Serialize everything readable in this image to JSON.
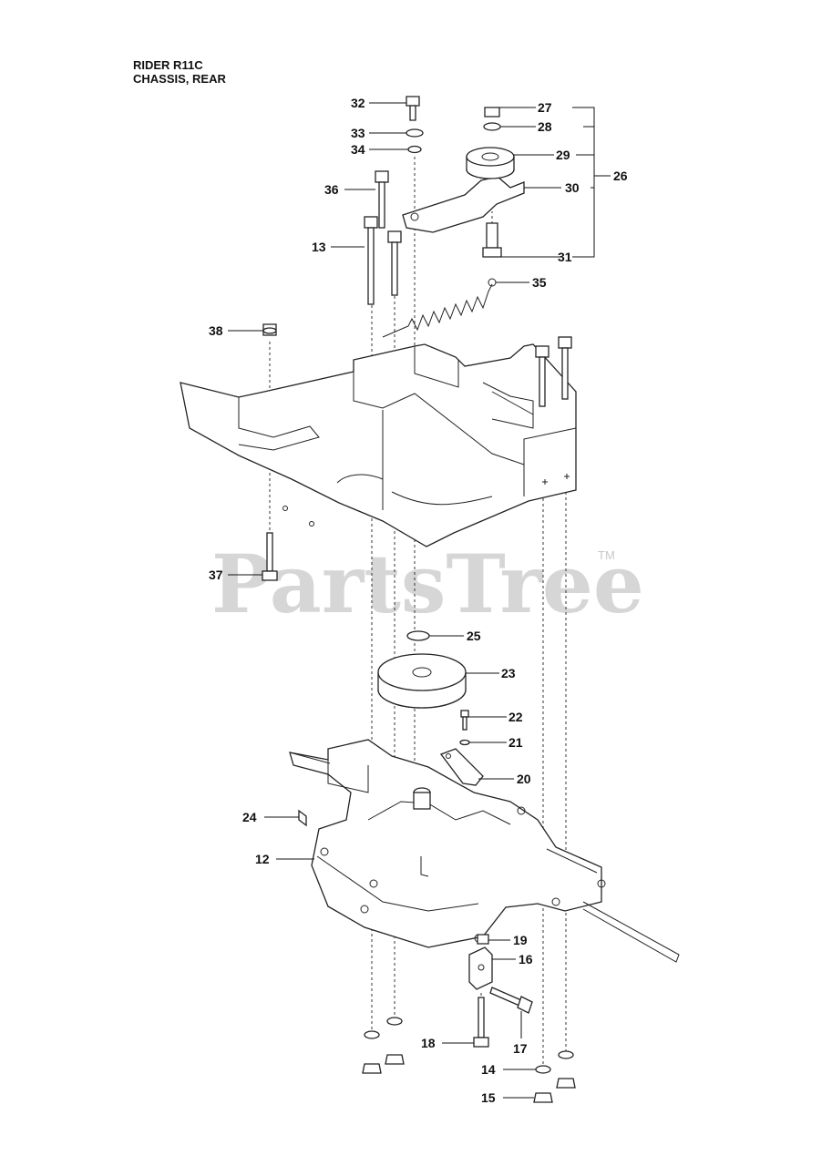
{
  "header": {
    "line1": "RIDER R11C",
    "line2": "CHASSIS, REAR"
  },
  "watermark": {
    "text": "PartsTree",
    "trademark": "TM"
  },
  "callouts": [
    {
      "id": "c32",
      "label": "32"
    },
    {
      "id": "c33",
      "label": "33"
    },
    {
      "id": "c34",
      "label": "34"
    },
    {
      "id": "c36",
      "label": "36"
    },
    {
      "id": "c13",
      "label": "13"
    },
    {
      "id": "c38",
      "label": "38"
    },
    {
      "id": "c37",
      "label": "37"
    },
    {
      "id": "c27",
      "label": "27"
    },
    {
      "id": "c28",
      "label": "28"
    },
    {
      "id": "c29",
      "label": "29"
    },
    {
      "id": "c30",
      "label": "30"
    },
    {
      "id": "c31",
      "label": "31"
    },
    {
      "id": "c35",
      "label": "35"
    },
    {
      "id": "c26",
      "label": "26"
    },
    {
      "id": "c25",
      "label": "25"
    },
    {
      "id": "c23",
      "label": "23"
    },
    {
      "id": "c22",
      "label": "22"
    },
    {
      "id": "c21",
      "label": "21"
    },
    {
      "id": "c20",
      "label": "20"
    },
    {
      "id": "c24",
      "label": "24"
    },
    {
      "id": "c12",
      "label": "12"
    },
    {
      "id": "c19",
      "label": "19"
    },
    {
      "id": "c16",
      "label": "16"
    },
    {
      "id": "c17",
      "label": "17"
    },
    {
      "id": "c18",
      "label": "18"
    },
    {
      "id": "c14",
      "label": "14"
    },
    {
      "id": "c15",
      "label": "15"
    }
  ]
}
